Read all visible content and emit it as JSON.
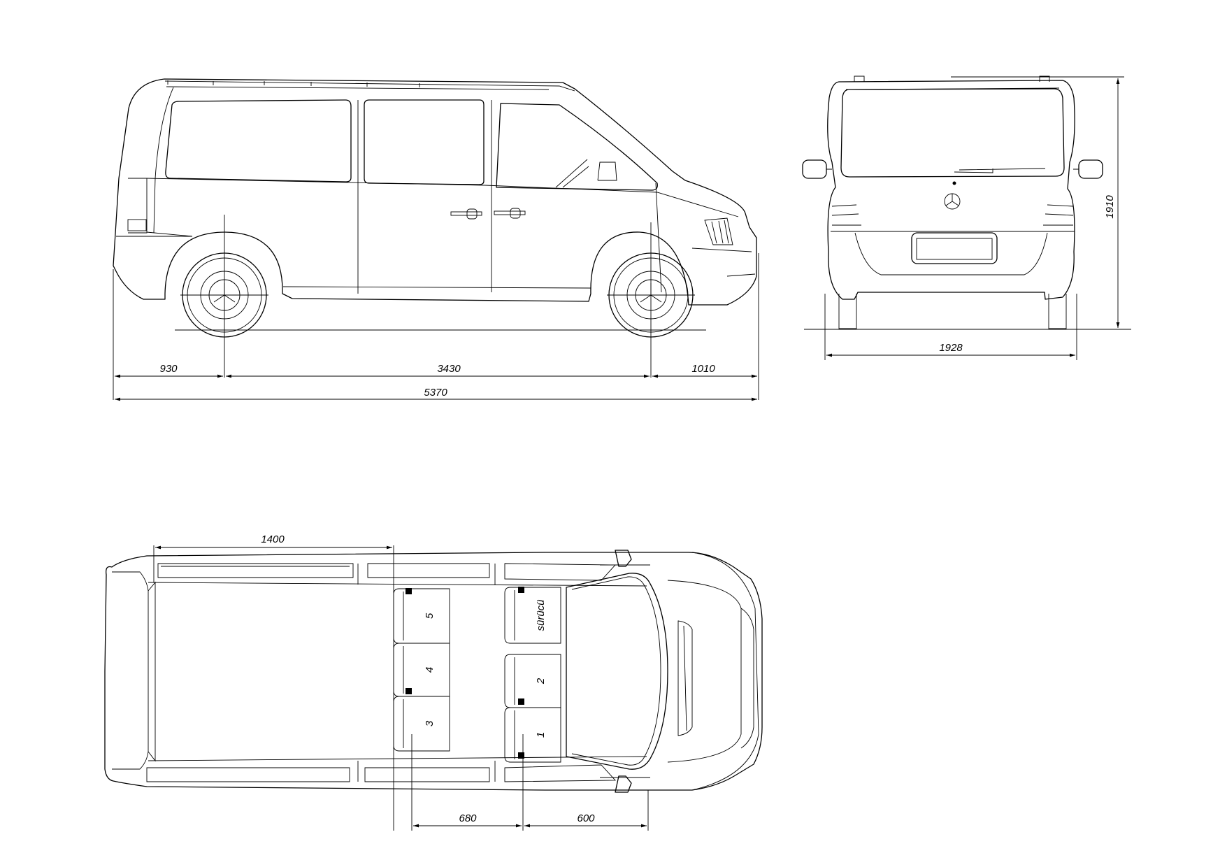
{
  "side_view": {
    "dim_rear_overhang": "930",
    "dim_wheelbase": "3430",
    "dim_front_overhang": "1010",
    "dim_total_length": "5370"
  },
  "rear_view": {
    "dim_width": "1928",
    "dim_height": "1910"
  },
  "top_view": {
    "dim_rear_to_seat": "1400",
    "dim_seat_row_gap": "680",
    "dim_front_seat": "600",
    "seats": [
      {
        "label": "5"
      },
      {
        "label": "4"
      },
      {
        "label": "3"
      },
      {
        "label": "sürücü"
      },
      {
        "label": "2"
      },
      {
        "label": "1"
      }
    ]
  }
}
